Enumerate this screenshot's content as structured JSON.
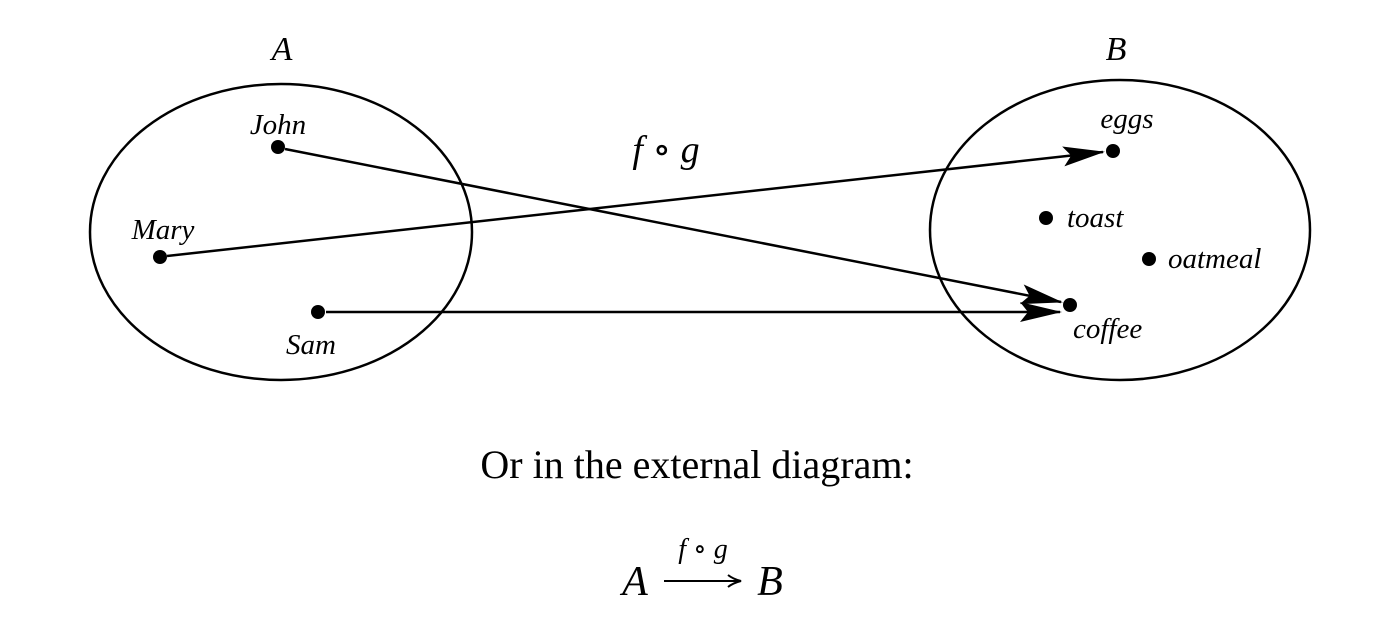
{
  "sets": {
    "domain": {
      "name": "A",
      "elements": [
        "John",
        "Mary",
        "Sam"
      ]
    },
    "codomain": {
      "name": "B",
      "elements": [
        "eggs",
        "toast",
        "oatmeal",
        "coffee"
      ]
    }
  },
  "mapping": {
    "label": "f ∘ g",
    "pairs": [
      {
        "from": "John",
        "to": "coffee"
      },
      {
        "from": "Mary",
        "to": "eggs"
      },
      {
        "from": "Sam",
        "to": "coffee"
      }
    ]
  },
  "caption": "Or in the external diagram:",
  "external": {
    "source": "A",
    "arrow_label": "f ∘ g",
    "target": "B"
  }
}
